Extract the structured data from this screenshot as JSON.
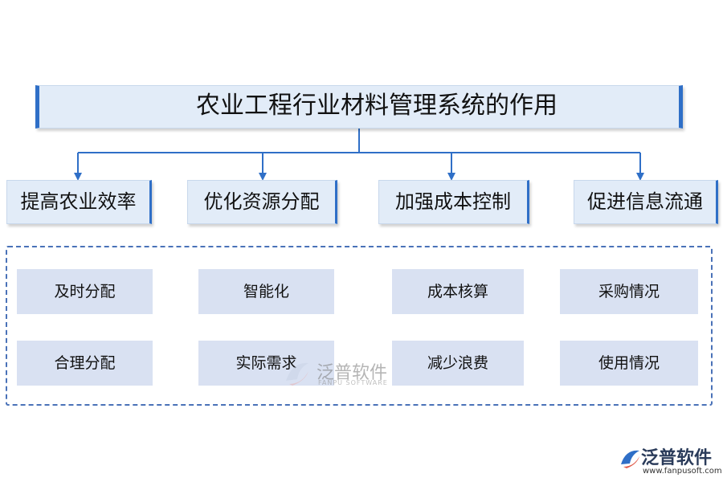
{
  "title": "农业工程行业材料管理系统的作用",
  "categories": [
    {
      "label": "提高农业效率",
      "children": [
        "及时分配",
        "合理分配"
      ]
    },
    {
      "label": "优化资源分配",
      "children": [
        "智能化",
        "实际需求"
      ]
    },
    {
      "label": "加强成本控制",
      "children": [
        "成本核算",
        "减少浪费"
      ]
    },
    {
      "label": "促进信息流通",
      "children": [
        "采购情况",
        "使用情况"
      ]
    }
  ],
  "watermark": {
    "text": "泛普软件",
    "subtext": "FANPU SOFTWARE"
  },
  "logo": {
    "text": "泛普软件",
    "url": "www.fanpusoft.com"
  },
  "colors": {
    "accent": "#2f6fc7",
    "box_fill": "#e2ecf8",
    "leaf_fill": "#d9e1f2",
    "dashed_border": "#4a72b8"
  }
}
